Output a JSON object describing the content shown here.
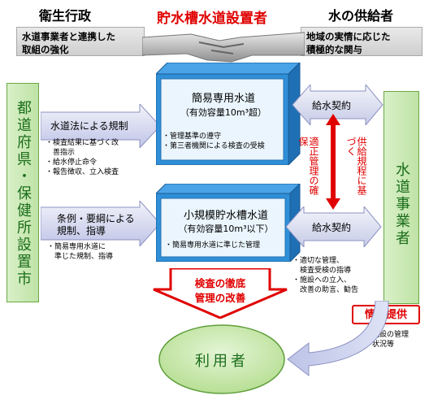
{
  "header": {
    "left_title": "衛生行政",
    "center_title": "貯水槽水道設置者",
    "right_title": "水の供給者",
    "left_banner_lines": [
      "水道事業者と連携した",
      "取組の強化"
    ],
    "right_banner_lines": [
      "地域の実情に応じた",
      "積極的な関与"
    ]
  },
  "left_column": {
    "label": "都道府県・保健所設置市"
  },
  "right_column": {
    "label": "水道事業者"
  },
  "upper_box": {
    "title": "簡易専用水道",
    "capacity": "（有効容量10m³超）",
    "items": [
      "・管理基準の遵守",
      "・第三者機関による検査の受検"
    ]
  },
  "lower_box": {
    "title": "小規模貯水槽水道",
    "capacity": "（有効容量10m³以下）",
    "items": [
      "・簡易専用水道に準じた管理"
    ]
  },
  "left_arrows": {
    "upper": {
      "label": "水道法による規制",
      "items": [
        "・検査結果に基づく改",
        "　善指示",
        "・給水停止命令",
        "・報告徴収、立入検査"
      ]
    },
    "lower": {
      "label_lines": [
        "条例・要綱による",
        "規制、指導"
      ],
      "items": [
        "・簡易専用水道に",
        "　準じた規制、指導"
      ]
    }
  },
  "right_arrows": {
    "upper_label": "給水契約",
    "lower_label": "給水契約"
  },
  "center_vertical": {
    "left_text": "適正管理の確保",
    "right_text": "供給規程に基づく"
  },
  "bottom_arrow": {
    "lines": [
      "検査の徹底",
      "管理の改善"
    ]
  },
  "right_notes": [
    "・適切な管理、",
    "　検査受検の指導",
    "・施設への立入、",
    "　改善の助言、勧告"
  ],
  "info": {
    "label": "情報提供",
    "notes": [
      "・施設の管理",
      "　状況等"
    ]
  },
  "users": {
    "label": "利用者"
  }
}
